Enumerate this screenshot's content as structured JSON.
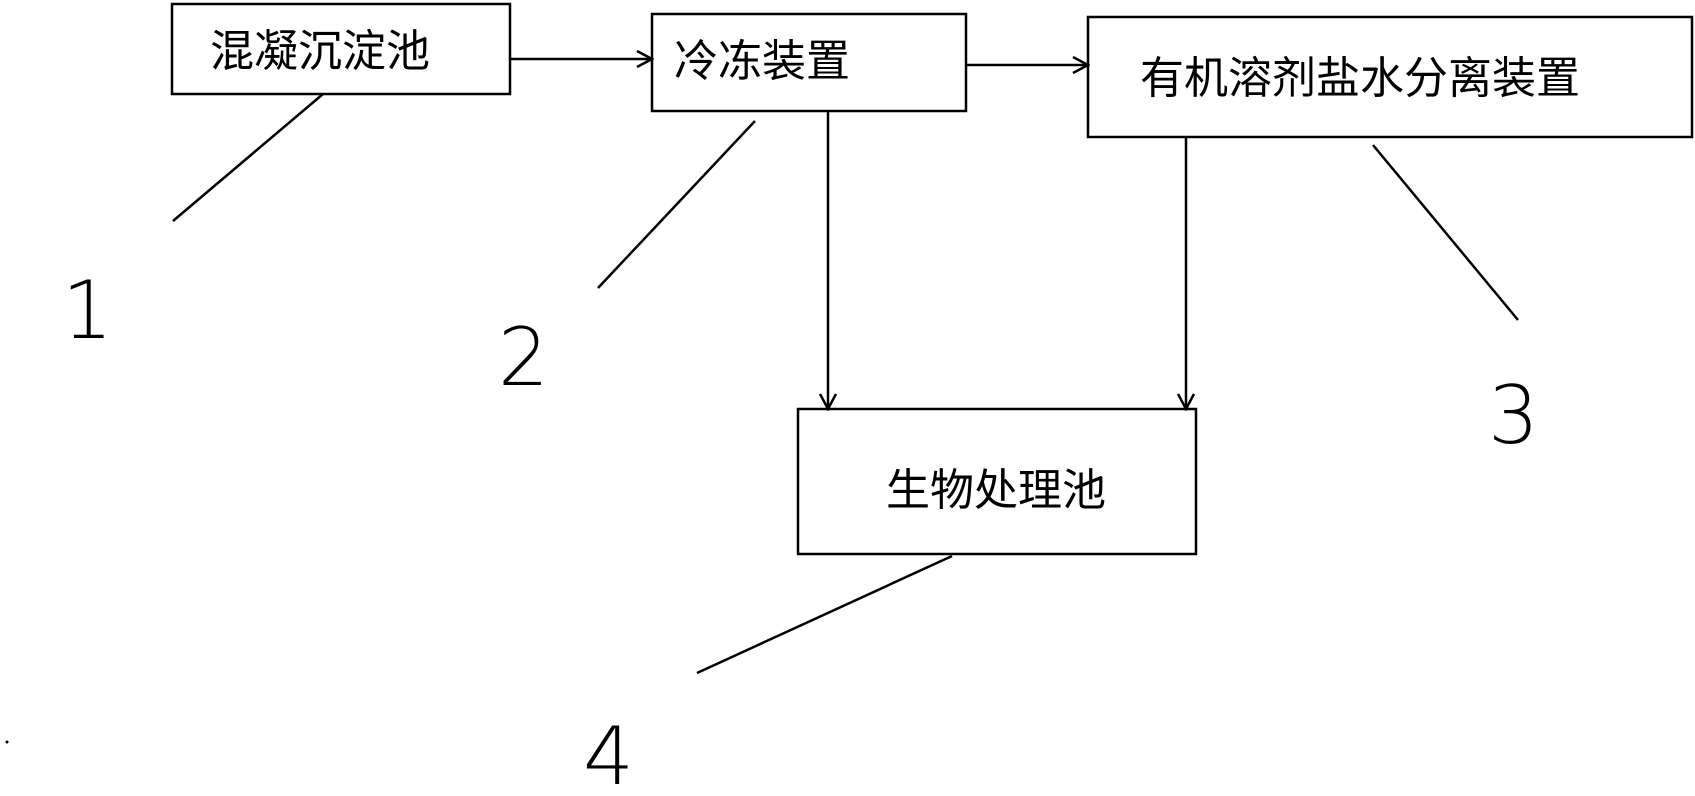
{
  "boxes": {
    "coagulation": "混凝沉淀池",
    "freezing": "冷冻装置",
    "separation": "有机溶剂盐水分离装置",
    "bio": "生物处理池"
  },
  "callouts": {
    "n1": "1",
    "n2": "2",
    "n3": "3",
    "n4": "4"
  }
}
